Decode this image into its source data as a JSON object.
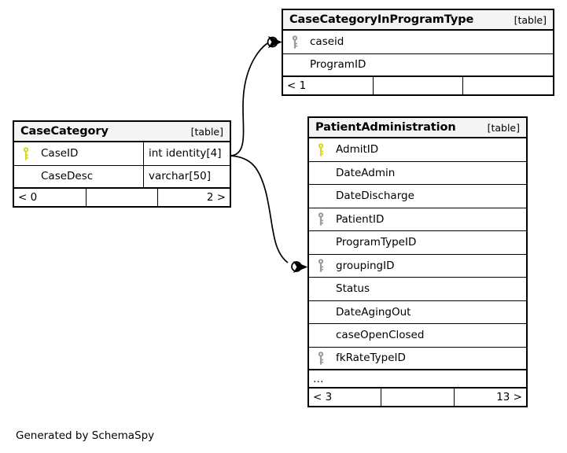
{
  "diagram": {
    "generator_credit": "Generated by SchemaSpy",
    "table_kind_label": "[table]",
    "ellipsis": "…",
    "colors": {
      "primary_key": "#d8d81e",
      "foreign_key": "#9a9a9a",
      "header_bg": "#f4f4f4",
      "border": "#000000",
      "background": "#ffffff"
    }
  },
  "tables": [
    {
      "id": "case-category-in-program-type",
      "name": "CaseCategoryInProgramType",
      "kind": "[table]",
      "columns": [
        {
          "name": "caseid",
          "key": "foreign",
          "type": ""
        },
        {
          "name": "ProgramID",
          "key": "none",
          "type": ""
        }
      ],
      "has_ellipsis": false,
      "footer": {
        "left": "< 1",
        "middle": "",
        "right": ""
      }
    },
    {
      "id": "case-category",
      "name": "CaseCategory",
      "kind": "[table]",
      "columns": [
        {
          "name": "CaseID",
          "key": "primary",
          "type": "int identity[4]"
        },
        {
          "name": "CaseDesc",
          "key": "none",
          "type": "varchar[50]"
        }
      ],
      "has_ellipsis": false,
      "footer": {
        "left": "< 0",
        "middle": "",
        "right": "2 >"
      }
    },
    {
      "id": "patient-administration",
      "name": "PatientAdministration",
      "kind": "[table]",
      "columns": [
        {
          "name": "AdmitID",
          "key": "primary",
          "type": ""
        },
        {
          "name": "DateAdmin",
          "key": "none",
          "type": ""
        },
        {
          "name": "DateDischarge",
          "key": "none",
          "type": ""
        },
        {
          "name": "PatientID",
          "key": "foreign",
          "type": ""
        },
        {
          "name": "ProgramTypeID",
          "key": "none",
          "type": ""
        },
        {
          "name": "groupingID",
          "key": "foreign",
          "type": ""
        },
        {
          "name": "Status",
          "key": "none",
          "type": ""
        },
        {
          "name": "DateAgingOut",
          "key": "none",
          "type": ""
        },
        {
          "name": "caseOpenClosed",
          "key": "none",
          "type": ""
        },
        {
          "name": "fkRateTypeID",
          "key": "foreign",
          "type": ""
        }
      ],
      "has_ellipsis": true,
      "footer": {
        "left": "< 3",
        "middle": "",
        "right": "13 >"
      }
    }
  ],
  "relationships": [
    {
      "from": "case-category",
      "to": "case-category-in-program-type",
      "from_column": "CaseID",
      "to_column": "caseid"
    },
    {
      "from": "case-category",
      "to": "patient-administration",
      "from_column": "CaseID",
      "to_column": "groupingID"
    }
  ]
}
